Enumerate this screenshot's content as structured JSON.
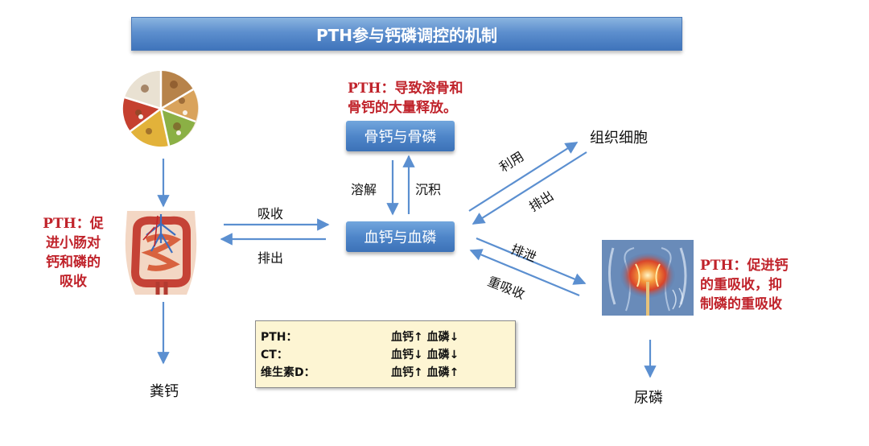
{
  "title": "PTH参与钙磷调控的机制",
  "nodes": {
    "bone": "骨钙与骨磷",
    "blood": "血钙与血磷"
  },
  "annotations": {
    "pth_bone": [
      "PTH：导致溶骨和",
      "骨钙的大量释放。"
    ],
    "pth_intestine": [
      "PTH：促",
      "进小肠对",
      "钙和磷的",
      "吸收"
    ],
    "pth_kidney": [
      "PTH：促进钙",
      "的重吸收，抑",
      "制磷的重吸收"
    ]
  },
  "labels": {
    "dissolve": "溶解",
    "deposit": "沉积",
    "absorb": "吸收",
    "excrete_left": "排出",
    "utilize": "利用",
    "excrete_right": "排出",
    "excrete_kidney": "排泄",
    "reabsorb": "重吸收"
  },
  "endpoints": {
    "tissue": "组织细胞",
    "fecal": "粪钙",
    "urine": "尿磷"
  },
  "legend": [
    {
      "key": "PTH：",
      "value": "血钙↑ 血磷↓"
    },
    {
      "key": "CT：",
      "value": "血钙↓ 血磷↓"
    },
    {
      "key": "维生素D：",
      "value": "血钙↑ 血磷↑"
    }
  ],
  "colors": {
    "arrow": "#5b8fd0",
    "annotation": "#c0232b"
  },
  "icons": [
    "food-plate-icon",
    "intestine-icon",
    "kidney-icon"
  ]
}
